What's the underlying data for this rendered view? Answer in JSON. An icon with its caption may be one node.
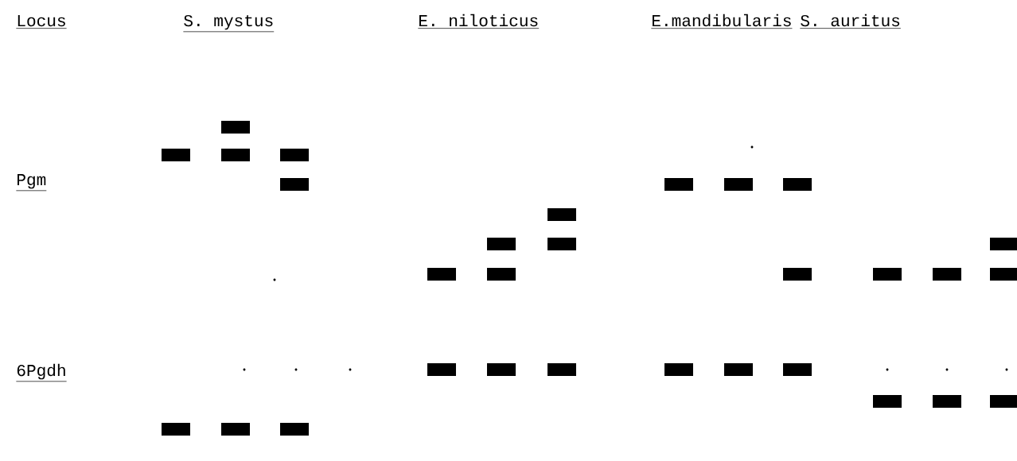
{
  "diagram": {
    "labels": [
      "Locus",
      "S. mystus",
      "E. niloticus",
      "E.mandibularis",
      "S. auritus",
      "Pgm",
      "6Pgdh"
    ]
  }
}
